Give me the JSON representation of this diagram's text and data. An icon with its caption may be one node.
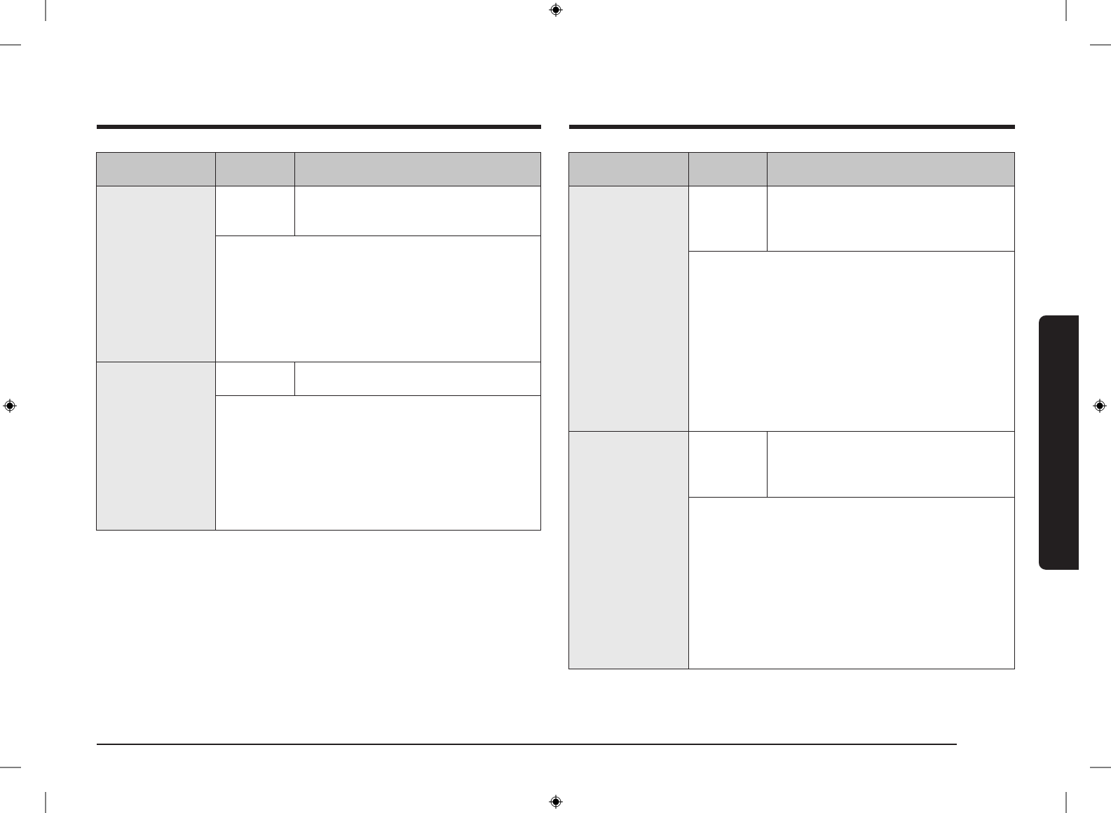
{
  "diagram": {
    "nodes": [
      {
        "text": [],
        "shape": "box"
      },
      {
        "text": [],
        "shape": "box",
        "in": 0
      },
      {
        "text": [],
        "shape": "box",
        "in": 0
      },
      {
        "text": [],
        "shape": "box",
        "in": 0
      },
      {
        "text": [],
        "shape": "box",
        "in": 0
      },
      {
        "text": [],
        "shape": "box",
        "in": 0
      },
      {
        "text": [],
        "shape": "box",
        "in": 0
      },
      {
        "text": [],
        "shape": "box",
        "in": 0
      },
      {
        "text": [],
        "shape": "box",
        "in": 0
      },
      {
        "text": [],
        "shape": "box",
        "in": 0
      },
      {
        "text": [],
        "shape": "box",
        "in": 0
      },
      {
        "text": [],
        "shape": "box",
        "in": 0
      },
      {
        "text": [],
        "shape": "box"
      },
      {
        "text": [],
        "shape": "box",
        "in": 12
      },
      {
        "text": [],
        "shape": "box",
        "in": 12
      },
      {
        "text": [],
        "shape": "box",
        "in": 12
      },
      {
        "text": [],
        "shape": "box",
        "in": 12
      },
      {
        "text": [],
        "shape": "box",
        "in": 12
      },
      {
        "text": [],
        "shape": "box",
        "in": 12
      },
      {
        "text": [],
        "shape": "box",
        "in": 12
      },
      {
        "text": [],
        "shape": "box",
        "in": 12
      },
      {
        "text": [],
        "shape": "box",
        "in": 12
      },
      {
        "text": [],
        "shape": "box",
        "in": 12
      },
      {
        "text": [],
        "shape": "box",
        "in": 12
      },
      {
        "text": [],
        "shape": "bar"
      }
    ]
  }
}
